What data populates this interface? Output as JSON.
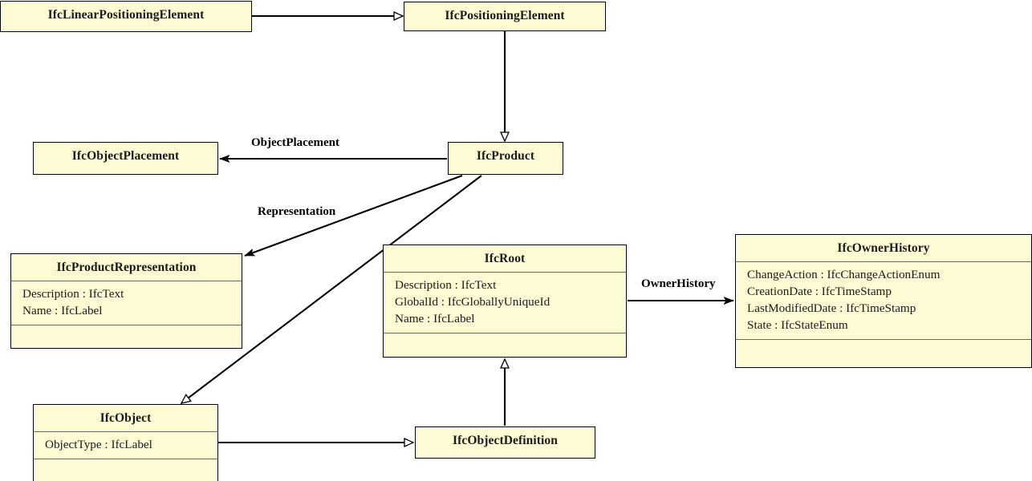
{
  "diagram": {
    "title": "IFC UML Class Diagram",
    "colors": {
      "class_fill": "#FDFBD4",
      "class_border": "#000000",
      "separator": "#6B6B55",
      "edge": "#000000",
      "background": "#FFFFFF"
    }
  },
  "classes": {
    "linear_positioning_element": {
      "name": "IfcLinearPositioningElement",
      "attributes": [],
      "operations": []
    },
    "positioning_element": {
      "name": "IfcPositioningElement",
      "attributes": [],
      "operations": []
    },
    "object_placement": {
      "name": "IfcObjectPlacement",
      "attributes": [],
      "operations": []
    },
    "product": {
      "name": "IfcProduct",
      "attributes": [],
      "operations": []
    },
    "product_representation": {
      "name": "IfcProductRepresentation",
      "attributes": [
        "Description : IfcText",
        "Name : IfcLabel"
      ],
      "operations": []
    },
    "root": {
      "name": "IfcRoot",
      "attributes": [
        "Description : IfcText",
        "GlobalId : IfcGloballyUniqueId",
        "Name : IfcLabel"
      ],
      "operations": []
    },
    "owner_history": {
      "name": "IfcOwnerHistory",
      "attributes": [
        "ChangeAction : IfcChangeActionEnum",
        "CreationDate : IfcTimeStamp",
        "LastModifiedDate : IfcTimeStamp",
        "State : IfcStateEnum"
      ],
      "operations": []
    },
    "object": {
      "name": "IfcObject",
      "attributes": [
        "ObjectType : IfcLabel"
      ],
      "operations": []
    },
    "object_definition": {
      "name": "IfcObjectDefinition",
      "attributes": [],
      "operations": []
    }
  },
  "edges": {
    "object_placement_label": "ObjectPlacement",
    "representation_label": "Representation",
    "owner_history_label": "OwnerHistory",
    "relations": [
      {
        "from": "IfcLinearPositioningElement",
        "to": "IfcPositioningElement",
        "kind": "generalization",
        "label": ""
      },
      {
        "from": "IfcPositioningElement",
        "to": "IfcProduct",
        "kind": "generalization",
        "label": ""
      },
      {
        "from": "IfcProduct",
        "to": "IfcObjectPlacement",
        "kind": "association",
        "label": "ObjectPlacement"
      },
      {
        "from": "IfcProduct",
        "to": "IfcProductRepresentation",
        "kind": "association",
        "label": "Representation"
      },
      {
        "from": "IfcProduct",
        "to": "IfcObject",
        "kind": "generalization",
        "label": ""
      },
      {
        "from": "IfcRoot",
        "to": "IfcOwnerHistory",
        "kind": "association",
        "label": "OwnerHistory"
      },
      {
        "from": "IfcRoot",
        "to": "IfcObjectDefinition",
        "kind": "generalization",
        "label": ""
      },
      {
        "from": "IfcObject",
        "to": "IfcObjectDefinition",
        "kind": "generalization",
        "label": ""
      }
    ]
  }
}
